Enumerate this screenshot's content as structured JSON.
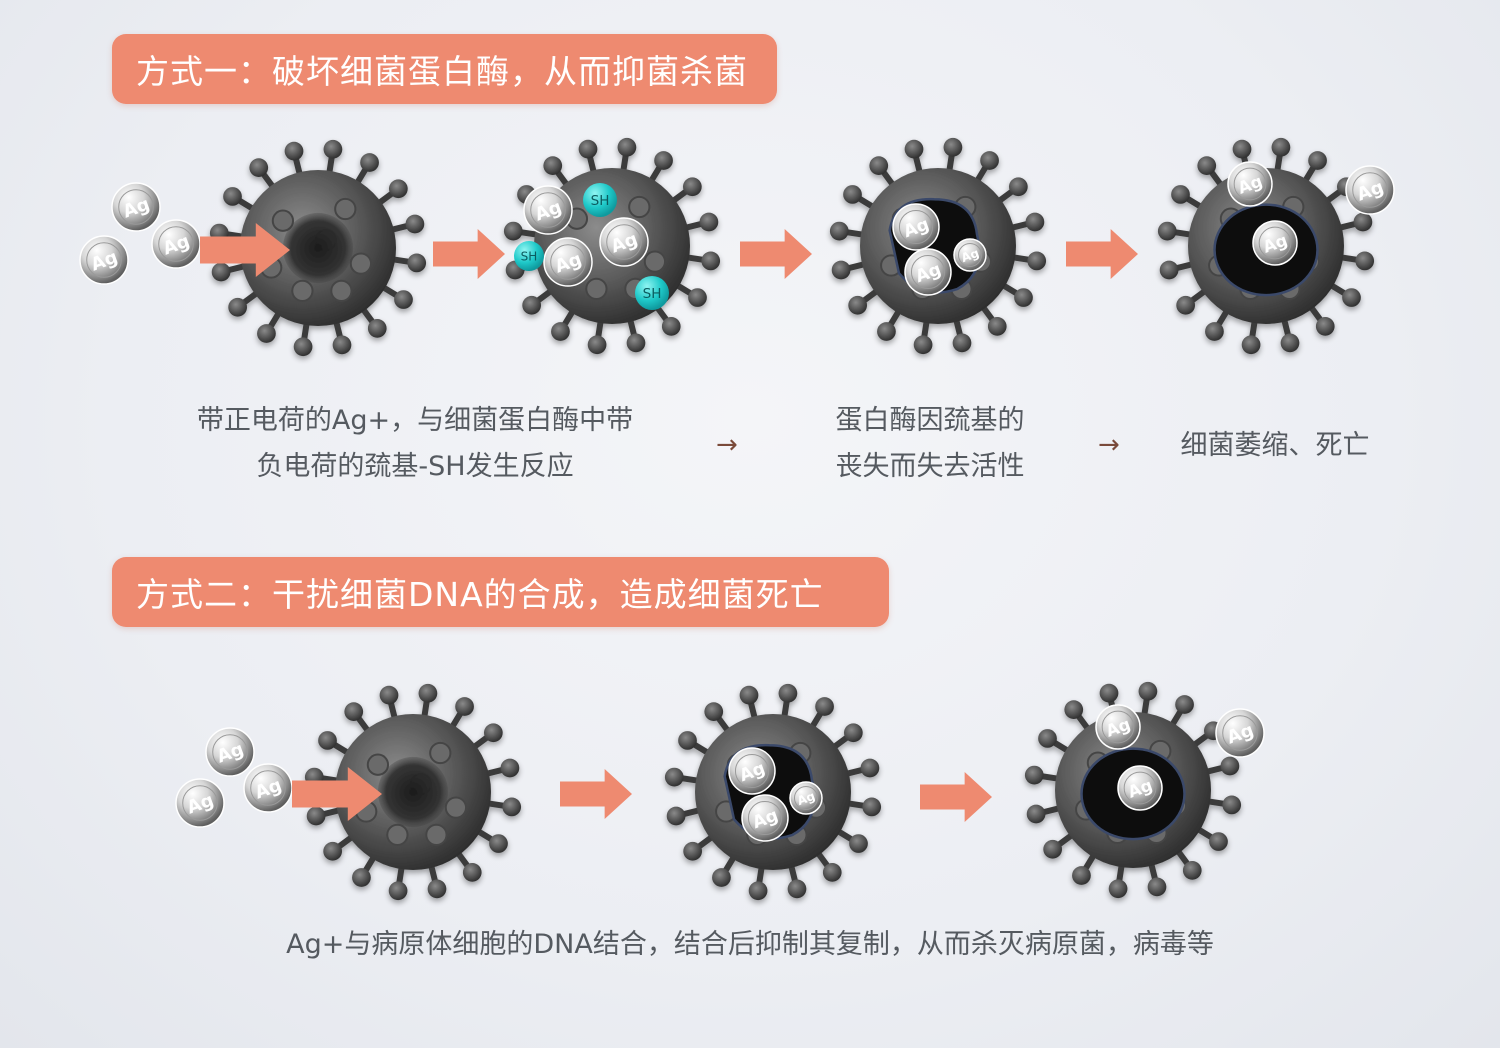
{
  "method1": {
    "title": "方式一：破坏细菌蛋白酶，从而抑菌杀菌",
    "steps": [
      {
        "line1": "带正电荷的Ag+，与细菌蛋白酶中带",
        "line2": "负电荷的巯基-SH发生反应"
      },
      {
        "line1": "蛋白酶因巯基的",
        "line2": "丧失而失去活性"
      },
      {
        "line1": "细菌萎缩、死亡",
        "line2": ""
      }
    ]
  },
  "method2": {
    "title": "方式二：干扰细菌DNA的合成，造成细菌死亡",
    "description": "Ag+与病原体细胞的DNA结合，结合后抑制其复制，从而杀灭病原菌，病毒等"
  },
  "labels": {
    "silver_ion": "Ag",
    "sulfhydryl": "SH",
    "small_arrow": "→"
  },
  "colors": {
    "banner": "#ee8a70",
    "arrow": "#ee8a70",
    "sulfhydryl": "#1fc9c9",
    "bacterium_body": "#555555",
    "text": "#555a60"
  }
}
